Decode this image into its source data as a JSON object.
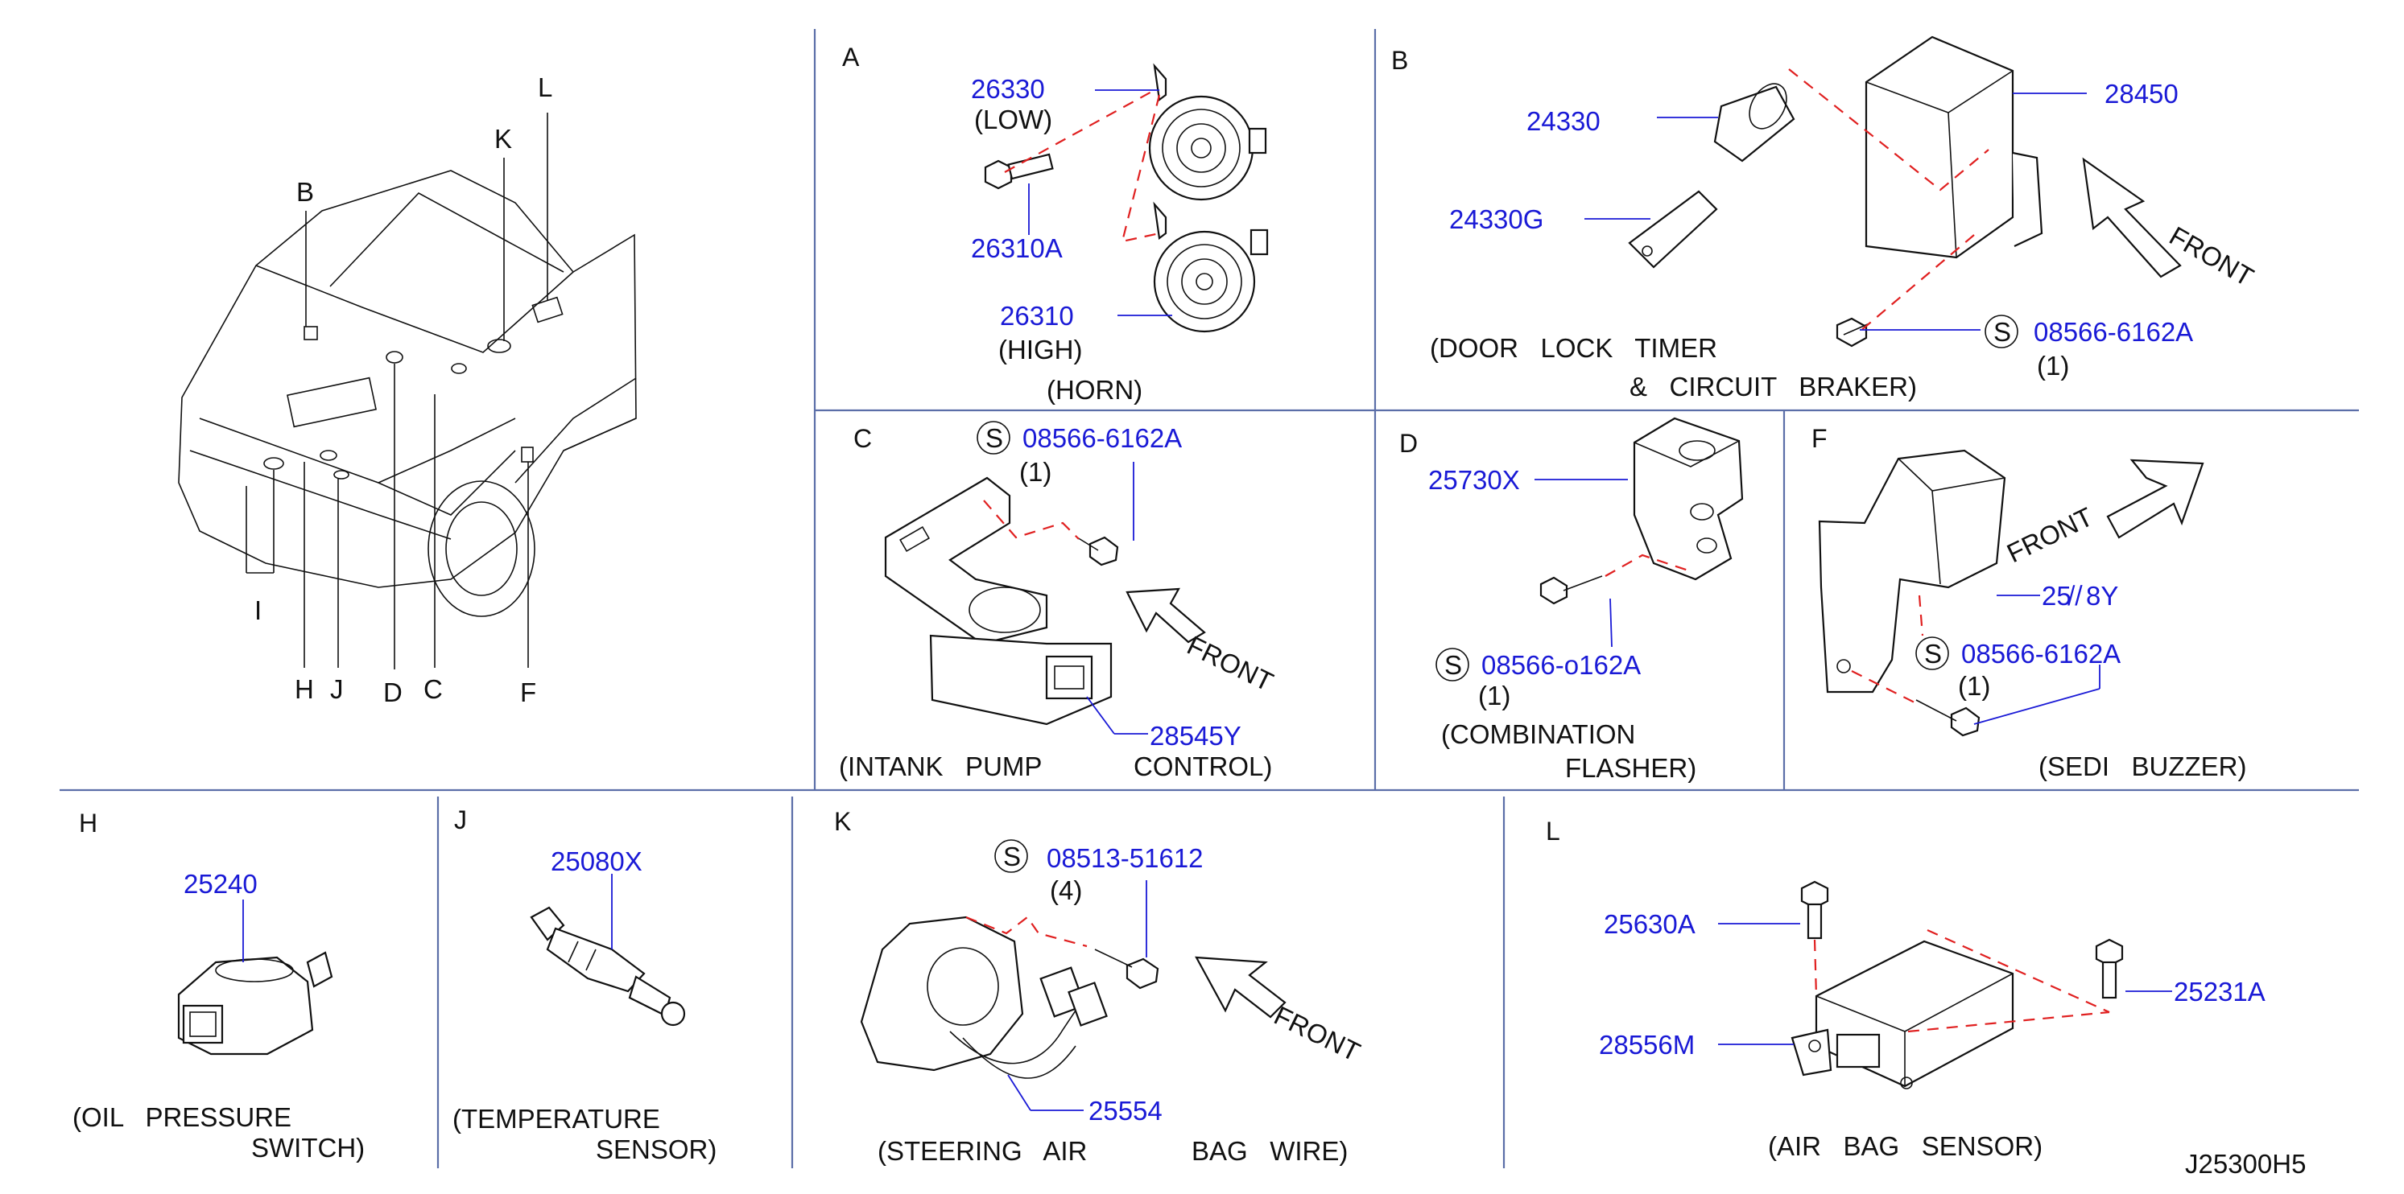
{
  "sections": {
    "overview": {
      "letters": [
        "B",
        "K",
        "L",
        "I",
        "H",
        "J",
        "D",
        "C",
        "F"
      ]
    },
    "A": {
      "letter": "A",
      "caption": "(HORN)",
      "parts": [
        {
          "number": "26330",
          "note": "(LOW)"
        },
        {
          "number": "26310A",
          "note": ""
        },
        {
          "number": "26310",
          "note": "(HIGH)"
        }
      ]
    },
    "B": {
      "letter": "B",
      "caption_line1": "(DOOR   LOCK   TIMER",
      "caption_line2": "&   CIRCUIT   BRAKER)",
      "parts": [
        {
          "number": "24330"
        },
        {
          "number": "24330G"
        },
        {
          "number": "28450"
        },
        {
          "number": "08566-6162A",
          "qty": "(1)",
          "symbol": "S"
        }
      ],
      "front": "FRONT"
    },
    "C": {
      "letter": "C",
      "caption_line1": "(INTANK   PUMP",
      "caption_line2": "CONTROL)",
      "parts": [
        {
          "number": "08566-6162A",
          "qty": "(1)",
          "symbol": "S"
        },
        {
          "number": "28545Y"
        }
      ],
      "front": "FRONT"
    },
    "D": {
      "letter": "D",
      "caption_line1": "(COMBINATION",
      "caption_line2": "FLASHER)",
      "parts": [
        {
          "number": "25730X"
        },
        {
          "number": "08566-ο162A",
          "qty": "(1)",
          "symbol": "S"
        }
      ]
    },
    "F": {
      "letter": "F",
      "caption": "(SEDI   BUZZER)",
      "parts": [
        {
          "number": "25̸ ̸̸ 8Y"
        },
        {
          "number": "08566-6162A",
          "qty": "(1)",
          "symbol": "S"
        }
      ],
      "front": "FRONT"
    },
    "H": {
      "letter": "H",
      "caption_line1": "(OIL   PRESSURE",
      "caption_line2": "SWITCH)",
      "parts": [
        {
          "number": "25240"
        }
      ]
    },
    "J": {
      "letter": "J",
      "caption_line1": "(TEMPERATURE",
      "caption_line2": "SENSOR)",
      "parts": [
        {
          "number": "25080X"
        }
      ]
    },
    "K": {
      "letter": "K",
      "caption_line1": "(STEERING   AIR",
      "caption_line2": "BAG   WIRE)",
      "parts": [
        {
          "number": "08513-51612",
          "qty": "(4)",
          "symbol": "S"
        },
        {
          "number": "25554"
        }
      ],
      "front": "FRONT"
    },
    "L": {
      "letter": "L",
      "caption": "(AIR   BAG   SENSOR)",
      "parts": [
        {
          "number": "25630A"
        },
        {
          "number": "25231A"
        },
        {
          "number": "28556M"
        }
      ]
    }
  },
  "drawing_id": "J25300H5",
  "colors": {
    "part_number": "#1a1ad6",
    "leader_dash": "#e02020",
    "divider": "#5b6ea8"
  }
}
